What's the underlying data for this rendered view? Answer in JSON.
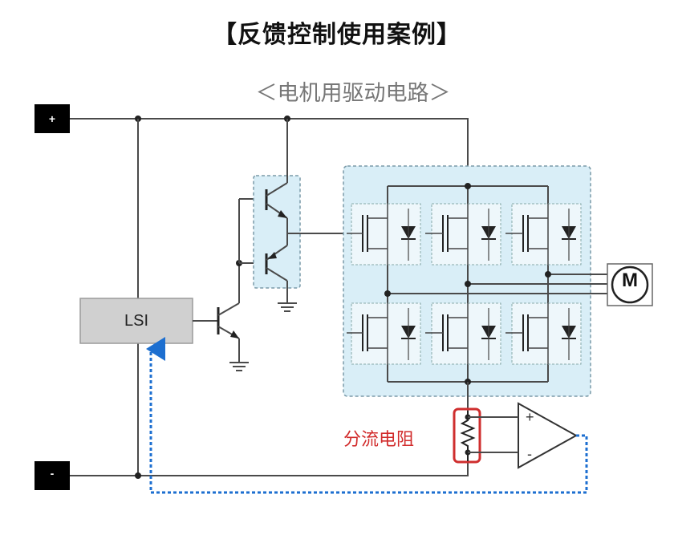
{
  "title": "【反馈控制使用案例】",
  "subtitle": "＜电机用驱动电路＞",
  "labels": {
    "plus": "+",
    "minus": "-",
    "lsi": "LSI",
    "motor": "M",
    "shunt_resistor": "分流电阻",
    "opamp_plus": "+",
    "opamp_minus": "-"
  },
  "colors": {
    "wire": "#4a4a4a",
    "bridge_panel": "#d9eef7",
    "driver_panel": "#d9eef7",
    "feedback": "#1d6fd0",
    "shunt_outline": "#cf2e2e",
    "terminal": "#000000",
    "lsi_box": "#cfcfcf"
  }
}
